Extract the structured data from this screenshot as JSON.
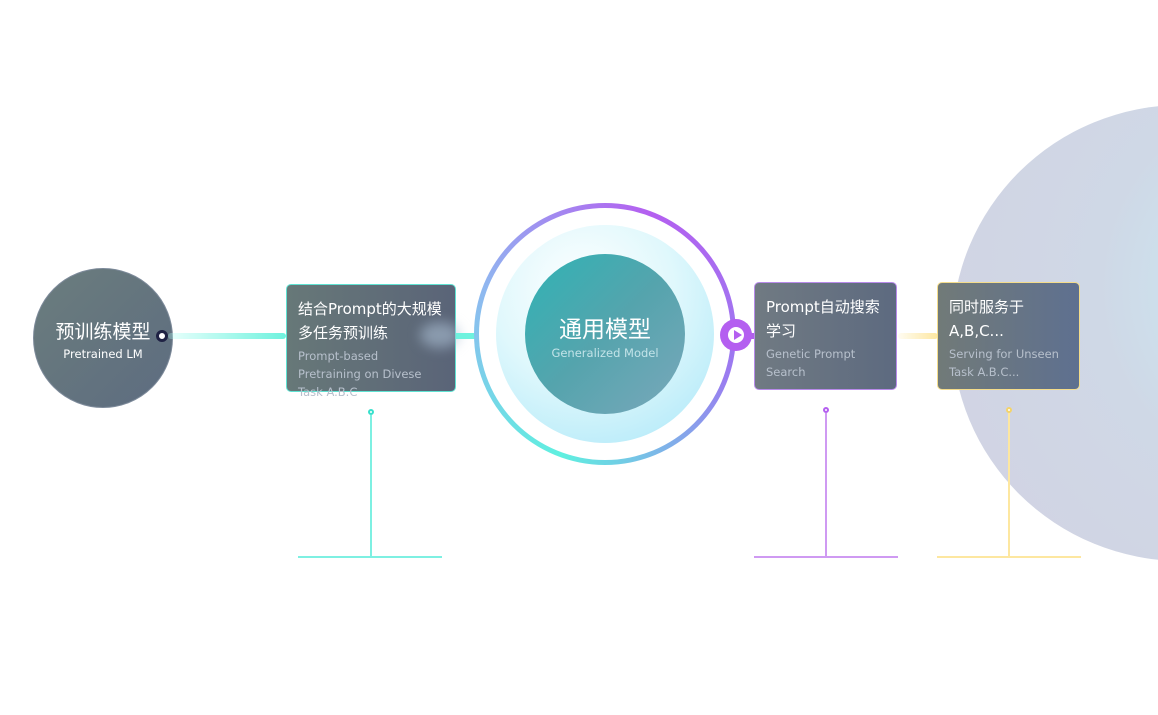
{
  "colors": {
    "teal": "#6ef2de",
    "purple": "#b45ff0",
    "yellow": "#fde7a0",
    "navy": "#1f2244"
  },
  "pretrained": {
    "title_zh": "预训练模型",
    "title_en": "Pretrained  LM"
  },
  "step1": {
    "title_zh": "结合Prompt的大规模多任务预训练",
    "title_en": "Prompt-based Pretraining on Divese Task A.B.C"
  },
  "center": {
    "title_zh": "通用模型",
    "title_en": "Generalized Model"
  },
  "step2": {
    "title_zh": "Prompt自动搜索学习",
    "title_en": "Genetic Prompt Search"
  },
  "step3": {
    "title_zh": "同时服务于A,B,C...",
    "title_en": "Serving for Unseen Task A.B.C..."
  },
  "icons": {
    "start_node": "dot-node-icon",
    "play_node": "play-icon"
  }
}
